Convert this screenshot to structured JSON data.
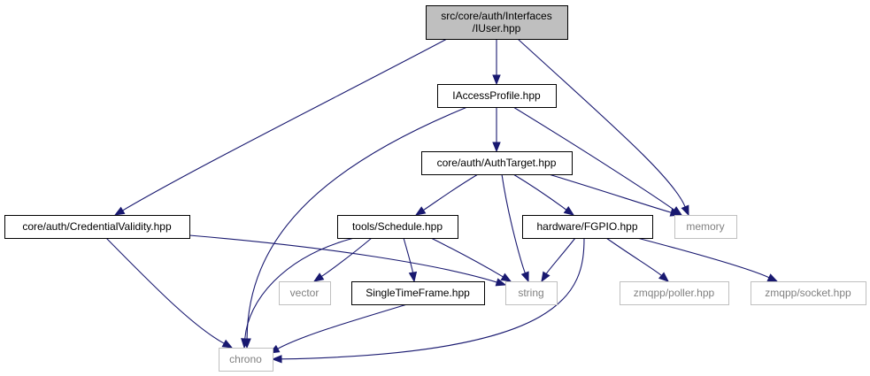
{
  "colors": {
    "edge": "#191970",
    "root_fill": "#bfbfbf",
    "documented_border": "#000000",
    "external_border": "#bfbfbf",
    "documented_text": "#000000",
    "external_text": "#808080",
    "background": "#ffffff"
  },
  "nodes": [
    {
      "id": "iuser",
      "lines": [
        "src/core/auth/Interfaces",
        "/IUser.hpp"
      ],
      "kind": "root"
    },
    {
      "id": "iaccessprofile",
      "lines": [
        "IAccessProfile.hpp"
      ],
      "kind": "documented"
    },
    {
      "id": "authtarget",
      "lines": [
        "core/auth/AuthTarget.hpp"
      ],
      "kind": "documented"
    },
    {
      "id": "credentialvalidity",
      "lines": [
        "core/auth/CredentialValidity.hpp"
      ],
      "kind": "documented"
    },
    {
      "id": "schedule",
      "lines": [
        "tools/Schedule.hpp"
      ],
      "kind": "documented"
    },
    {
      "id": "fgpio",
      "lines": [
        "hardware/FGPIO.hpp"
      ],
      "kind": "documented"
    },
    {
      "id": "memory",
      "lines": [
        "memory"
      ],
      "kind": "external"
    },
    {
      "id": "vector",
      "lines": [
        "vector"
      ],
      "kind": "external"
    },
    {
      "id": "singletimeframe",
      "lines": [
        "SingleTimeFrame.hpp"
      ],
      "kind": "documented"
    },
    {
      "id": "string",
      "lines": [
        "string"
      ],
      "kind": "external"
    },
    {
      "id": "zmqpoller",
      "lines": [
        "zmqpp/poller.hpp"
      ],
      "kind": "external"
    },
    {
      "id": "zmqsocket",
      "lines": [
        "zmqpp/socket.hpp"
      ],
      "kind": "external"
    },
    {
      "id": "chrono",
      "lines": [
        "chrono"
      ],
      "kind": "external"
    }
  ],
  "edges": [
    {
      "from": "iuser",
      "to": "iaccessprofile"
    },
    {
      "from": "iuser",
      "to": "credentialvalidity"
    },
    {
      "from": "iuser",
      "to": "memory"
    },
    {
      "from": "iaccessprofile",
      "to": "authtarget"
    },
    {
      "from": "iaccessprofile",
      "to": "memory"
    },
    {
      "from": "iaccessprofile",
      "to": "chrono"
    },
    {
      "from": "authtarget",
      "to": "schedule"
    },
    {
      "from": "authtarget",
      "to": "fgpio"
    },
    {
      "from": "authtarget",
      "to": "memory"
    },
    {
      "from": "authtarget",
      "to": "string"
    },
    {
      "from": "credentialvalidity",
      "to": "string"
    },
    {
      "from": "credentialvalidity",
      "to": "chrono"
    },
    {
      "from": "schedule",
      "to": "vector"
    },
    {
      "from": "schedule",
      "to": "singletimeframe"
    },
    {
      "from": "schedule",
      "to": "string"
    },
    {
      "from": "schedule",
      "to": "chrono"
    },
    {
      "from": "singletimeframe",
      "to": "chrono"
    },
    {
      "from": "fgpio",
      "to": "string"
    },
    {
      "from": "fgpio",
      "to": "zmqpoller"
    },
    {
      "from": "fgpio",
      "to": "zmqsocket"
    },
    {
      "from": "fgpio",
      "to": "chrono"
    }
  ]
}
